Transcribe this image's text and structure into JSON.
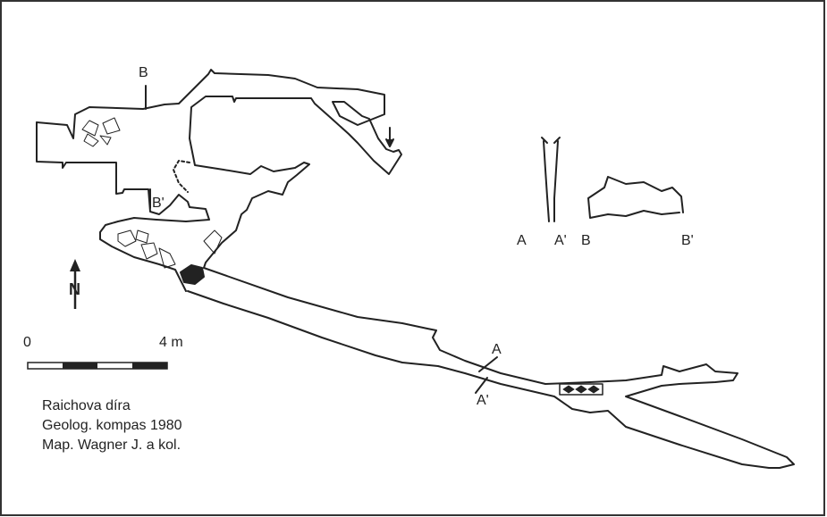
{
  "section_labels": {
    "b_top": "B",
    "b_prime": "B'",
    "a_top": "A",
    "a_prime": "A'",
    "profile_a": "A",
    "profile_a_prime": "A'",
    "profile_b": "B",
    "profile_b_prime": "B'"
  },
  "north_label": "N",
  "scale": {
    "start": "0",
    "end": "4 m"
  },
  "legend": {
    "cave_name": "Raichova díra",
    "survey": "Geolog. kompas 1980",
    "mapped_by": "Map. Wagner J. a kol."
  },
  "colors": {
    "line": "#222222",
    "background": "#ffffff"
  }
}
